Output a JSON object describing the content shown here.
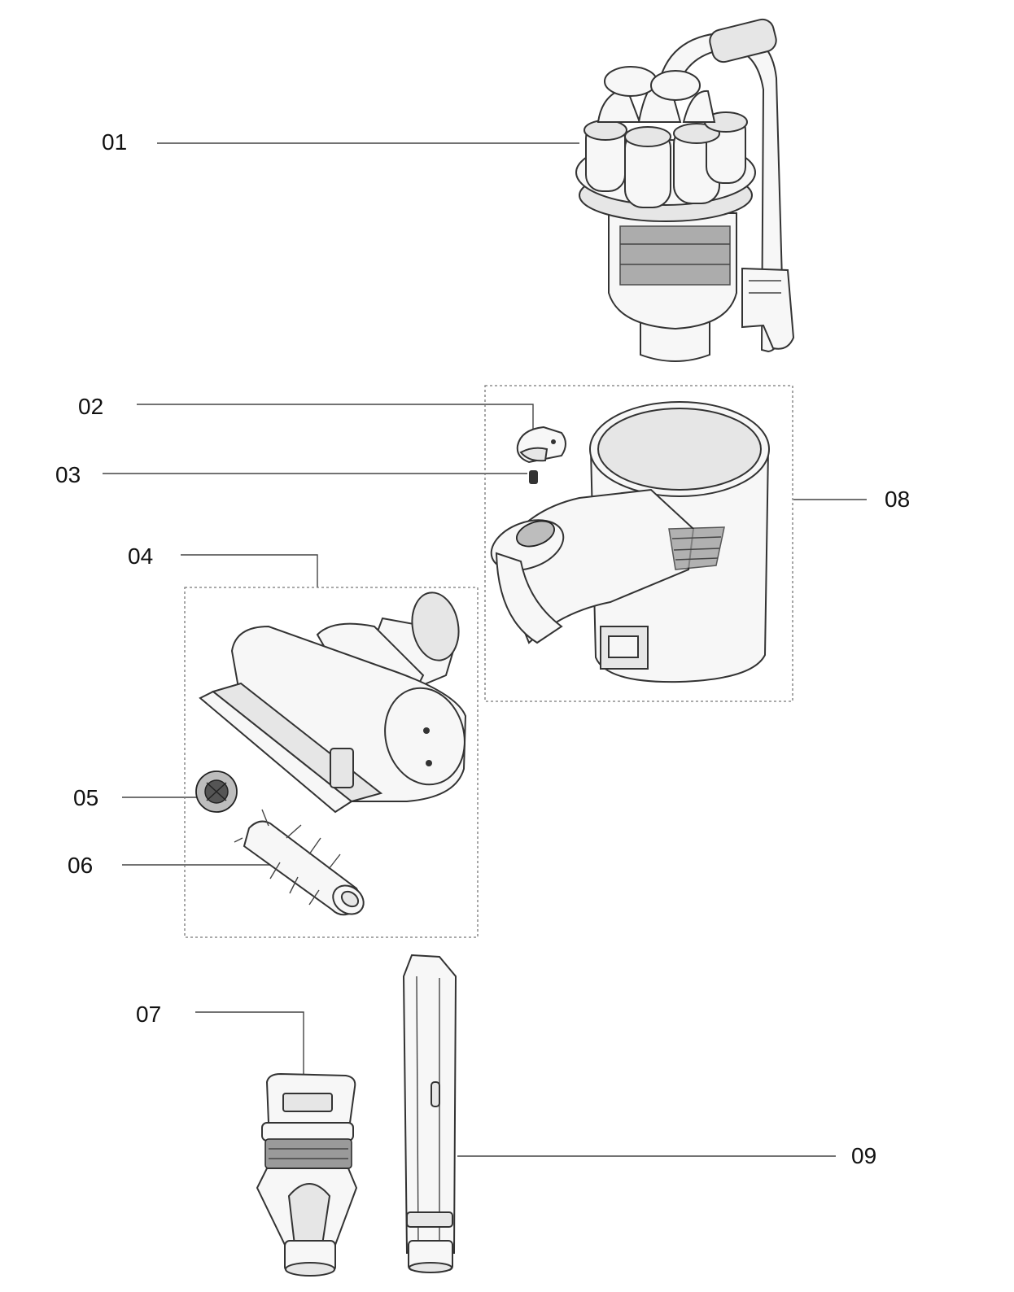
{
  "parts": [
    {
      "id": "p01",
      "label": "01"
    },
    {
      "id": "p02",
      "label": "02"
    },
    {
      "id": "p03",
      "label": "03"
    },
    {
      "id": "p04",
      "label": "04"
    },
    {
      "id": "p05",
      "label": "05"
    },
    {
      "id": "p06",
      "label": "06"
    },
    {
      "id": "p07",
      "label": "07"
    },
    {
      "id": "p08",
      "label": "08"
    },
    {
      "id": "p09",
      "label": "09"
    }
  ]
}
